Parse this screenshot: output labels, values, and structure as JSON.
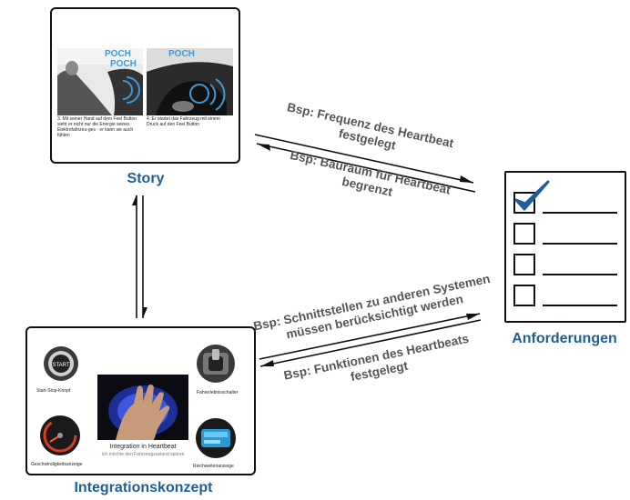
{
  "nodes": {
    "story": {
      "label": "Story",
      "panel1": {
        "sound": "POCH\nPOCH",
        "caption": "3. Mit seiner Hand auf dem Feel Button sieht er nicht nur die Energie seines Elektrofahrzeu-ges - er kann sie auch fühlen"
      },
      "panel2": {
        "sound": "POCH",
        "caption": "4. Er startet das Fahrzeug mit einem Druck auf den Feel Button"
      }
    },
    "requirements": {
      "label": "Anforderungen"
    },
    "concept": {
      "label": "Integrationskonzept",
      "items": {
        "start_stop": "Start-Stop-Knopf",
        "gear": "Fahrerlebnisschalter",
        "speed": "Geschwindigkeitsanzeige",
        "range": "Reichweitenanzeige"
      },
      "center_title": "Integration in Heartbeat",
      "center_subtitle": "Ich möchte den Fahrzeugzustand spüren"
    }
  },
  "edges": {
    "story_to_req": "Bsp: Frequenz des Heartbeat\nfestgelegt",
    "req_to_story": "Bsp: Bauraum für Heartbeat\nbegrenzt",
    "concept_to_req": "Bsp: Schnittstellen zu anderen Systemen\nmüssen berücksichtigt werden",
    "req_to_concept": "Bsp: Funktionen des Heartbeats\nfestgelegt"
  },
  "colors": {
    "caption": "#1f5f95",
    "label": "#555555",
    "check": "#1f5f95",
    "glow": "#3c9ad6"
  }
}
